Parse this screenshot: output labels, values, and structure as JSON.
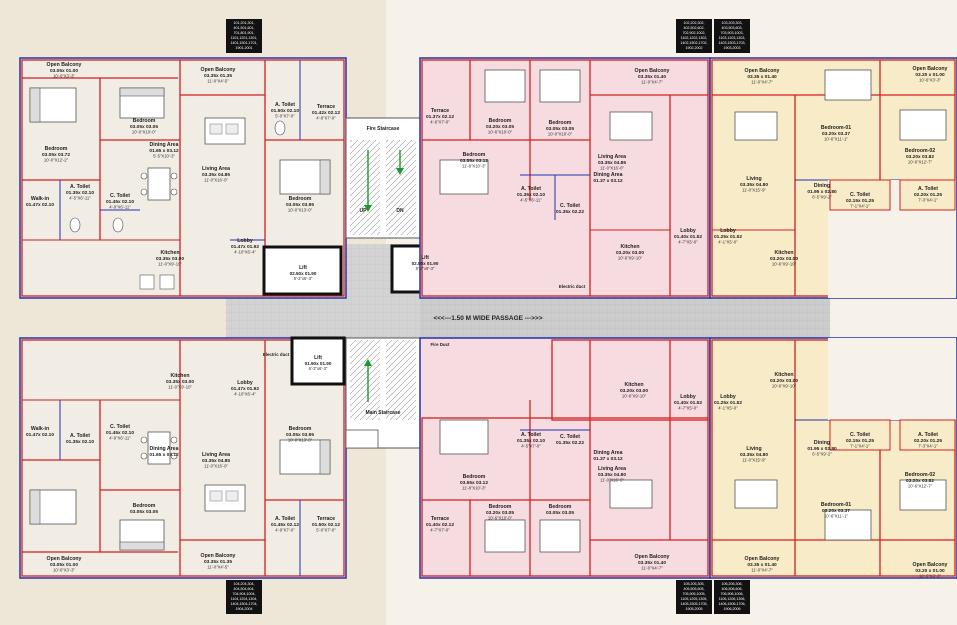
{
  "colors": {
    "background_left": "#eee6d6",
    "background_right": "#f6f2ea",
    "unit_beige": "#f1ede4",
    "unit_pink": "#f6dbe0",
    "unit_yellow": "#f8ebc8",
    "wall_red": "#d42020",
    "outline_blue": "#2233aa",
    "corridor_grey": "#cfcfcf",
    "lift_black": "#111111"
  },
  "icons": [
    "furniture-bed-icon",
    "furniture-sofa-icon",
    "dining-table-icon",
    "toilet-icon",
    "staircase-icon"
  ],
  "common": {
    "passage": "<<<---1.50 M  WIDE PASSAGE --->>>",
    "fire_staircase": "Fire Staircase",
    "main_staircase": "Main Staircase",
    "up": "UP",
    "dn": "DN",
    "lifts": [
      {
        "label": "Lift",
        "size": "02.50x 01.90",
        "imperial": "8'-2\"x6'-3\""
      },
      {
        "label": "Lift",
        "size": "02.50x 01.90",
        "imperial": "8'-2\"x6'-3\""
      },
      {
        "label": "Lift",
        "size": "01.90x 01.90",
        "imperial": "6'-3\"x6'-3\""
      }
    ],
    "electric_duct_1": "Electric duct",
    "electric_duct_2": "Electric duct",
    "fire_duct": "Fire Duct"
  },
  "rooms_top_left": {
    "balcony_left": {
      "name": "Open Balcony",
      "size": "03.05x 01.00",
      "imp": "10'-0\"X3'-3\""
    },
    "balcony_right": {
      "name": "Open Balcony",
      "size": "03.35x 01.35",
      "imp": "11'-0\"X4'-5\""
    },
    "bedroom_left": {
      "name": "Bedroom",
      "size": "03.05x 03.72",
      "imp": "10'-0\"X12'-2\""
    },
    "bedroom_mid": {
      "name": "Bedroom",
      "size": "03.05x 03.05",
      "imp": "10'-0\"X10'-0\""
    },
    "dining": {
      "name": "Dining Area",
      "size": "01.65 x 03.12",
      "imp": "5'-5\"X10'-3\""
    },
    "living": {
      "name": "Living Area",
      "size": "03.35x 04.85",
      "imp": "11'-0\"X16'-0\""
    },
    "a_toilet_left": {
      "name": "A. Toilet",
      "size": "01.35x 02.10",
      "imp": "4'-5\"X6'-11\""
    },
    "c_toilet": {
      "name": "C. Toilet",
      "size": "01.45x 02.10",
      "imp": "4'-9\"X6'-11\""
    },
    "walk_in": {
      "name": "Walk-in",
      "size": "01.47x 02.10"
    },
    "kitchen": {
      "name": "Kitchen",
      "size": "03.35x 03.00",
      "imp": "11'-0\"X9'-10\""
    },
    "lobby": {
      "name": "Lobby",
      "size": "01.47x 01.92",
      "imp": "4'-10\"X6'-4\""
    },
    "a_toilet_right": {
      "name": "A. Toilet",
      "size": "01.50x 02.10",
      "imp": "5'-0\"X7'-0\""
    },
    "terrace": {
      "name": "Terrace",
      "size": "01.42x 02.12",
      "imp": "4'-8\"X7'-0\""
    },
    "bedroom_right": {
      "name": "Bedroom",
      "size": "03.05x 03.95",
      "imp": "10'-0\"X13'-0\""
    }
  },
  "rooms_bottom_left": {
    "kitchen": {
      "name": "Kitchen",
      "size": "03.35x 03.00",
      "imp": "11'-0\"X9'-10\""
    },
    "lobby": {
      "name": "Lobby",
      "size": "01.47x 01.92",
      "imp": "4'-10\"X6'-4\""
    },
    "walk_in": {
      "name": "Walk-in",
      "size": "01.47x 02.10"
    },
    "a_toilet": {
      "name": "A. Toilet",
      "size": "01.35x 02.10"
    },
    "c_toilet": {
      "name": "C. Toilet",
      "size": "01.45x 02.10",
      "imp": "4'-9\"X6'-11\""
    },
    "dining": {
      "name": "Dining Area",
      "size": "01.65 x 03.12"
    },
    "living": {
      "name": "Living Area",
      "size": "03.35x 04.85",
      "imp": "11'-0\"X16'-0\""
    },
    "bedroom_mid": {
      "name": "Bedroom",
      "size": "03.05x 03.05"
    },
    "bedroom_right": {
      "name": "Bedroom",
      "size": "03.05x 03.95",
      "imp": "10'-0\"X13'-0\""
    },
    "a_toilet_right": {
      "name": "A. Toilet",
      "size": "01.45x 02.12",
      "imp": "4'-9\"X7'-0\""
    },
    "terrace": {
      "name": "Terrace",
      "size": "01.50x 02.12",
      "imp": "5'-0\"X7'-0\""
    },
    "balcony_left": {
      "name": "Open Balcony",
      "size": "03.05x 01.00",
      "imp": "10'-0\"X3'-3\""
    },
    "balcony_right": {
      "name": "Open Balcony",
      "size": "03.35x 01.35",
      "imp": "11'-0\"X4'-5\""
    }
  },
  "rooms_top_right": {
    "terrace": {
      "name": "Terrace",
      "size": "01.37x 02.12",
      "imp": "4'-6\"X7'-0\""
    },
    "bedroom_a": {
      "name": "Bedroom",
      "size": "03.20x 03.05",
      "imp": "10'-6\"X10'-0\""
    },
    "bedroom_b": {
      "name": "Bedroom",
      "size": "03.05x 03.05",
      "imp": "10'-0\"X10'-0\""
    },
    "bedroom_c": {
      "name": "Bedroom",
      "size": "03.55x 03.12",
      "imp": "11'-8\"X10'-3\""
    },
    "living": {
      "name": "Living Area",
      "size": "03.35x 04.85",
      "imp": "11'-0\"X16'-0\""
    },
    "dining": {
      "name": "Dining Area",
      "size": "01.37 x 03.12"
    },
    "a_toilet": {
      "name": "A. Toilet",
      "size": "01.35x 02.10",
      "imp": "4'-5\"X6'-11\""
    },
    "c_toilet": {
      "name": "C. Toilet",
      "size": "01.35x 02.22"
    },
    "kitchen": {
      "name": "Kitchen",
      "size": "03.20x 03.00",
      "imp": "10'-6\"X9'-10\""
    },
    "lobby": {
      "name": "Lobby",
      "size": "01.40x 01.52",
      "imp": "4'-7\"X5'-0\""
    },
    "balcony": {
      "name": "Open Balcony",
      "size": "03.35x 01.40",
      "imp": "11'-0\"X4'-7\""
    }
  },
  "rooms_top_far_right": {
    "balcony": {
      "name": "Open Balcony",
      "size": "03.35 x 01.40",
      "imp": "11'-0\"X4'-7\""
    },
    "balcony_far": {
      "name": "Open Balcony",
      "size": "03.20 x 01.00",
      "imp": "10'-6\"X3'-3\""
    },
    "living": {
      "name": "Living",
      "size": "03.35x 04.80",
      "imp": "11'-0\"X15'-9\""
    },
    "bedroom_01": {
      "name": "Bedroom-01",
      "size": "03.20x 03.37",
      "imp": "10'-6\"X11'-1\""
    },
    "bedroom_02": {
      "name": "Bedroom-02",
      "size": "03.20x 03.82",
      "imp": "10'-6\"X12'-7\""
    },
    "dining": {
      "name": "Dining",
      "size": "01.95 x 02.80",
      "imp": "6'-5\"X9'-2\""
    },
    "c_toilet": {
      "name": "C. Toilet",
      "size": "02.15x 01.25",
      "imp": "7'-1\"X4'-1\""
    },
    "a_toilet": {
      "name": "A. Toilet",
      "size": "02.20x 01.25",
      "imp": "7'-3\"X4'-1\""
    },
    "kitchen": {
      "name": "Kitchen",
      "size": "03.20x 03.00",
      "imp": "10'-6\"X9'-10\""
    },
    "lobby": {
      "name": "Lobby",
      "size": "01.25x 01.52",
      "imp": "4'-1\"X5'-0\""
    }
  },
  "rooms_bottom_right": {
    "kitchen": {
      "name": "Kitchen",
      "size": "03.20x 03.00",
      "imp": "10'-6\"X9'-10\""
    },
    "lobby": {
      "name": "Lobby",
      "size": "01.40x 01.52",
      "imp": "4'-7\"X5'-0\""
    },
    "a_toilet": {
      "name": "A. Toilet",
      "size": "01.35x 02.10",
      "imp": "4'-5\"X7'-0\""
    },
    "c_toilet": {
      "name": "C. Toilet",
      "size": "01.35x 02.22"
    },
    "dining": {
      "name": "Dining Area",
      "size": "01.37 x 03.12"
    },
    "living": {
      "name": "Living Area",
      "size": "03.35x 04.80",
      "imp": "11'-0\"X16'-0\""
    },
    "bedroom_c": {
      "name": "Bedroom",
      "size": "03.55x 03.12",
      "imp": "11'-8\"X10'-3\""
    },
    "bedroom_a": {
      "name": "Bedroom",
      "size": "03.20x 03.05",
      "imp": "10'-6\"X10'-0\""
    },
    "bedroom_b": {
      "name": "Bedroom",
      "size": "03.05x 03.05"
    },
    "terrace": {
      "name": "Terrace",
      "size": "01.40x 02.12",
      "imp": "4'-7\"X7'-0\""
    },
    "balcony": {
      "name": "Open Balcony",
      "size": "03.35x 01.40",
      "imp": "11'-0\"X4'-7\""
    }
  },
  "rooms_bottom_far_right": {
    "kitchen": {
      "name": "Kitchen",
      "size": "03.20x 03.00",
      "imp": "10'-6\"X9'-10\""
    },
    "lobby": {
      "name": "Lobby",
      "size": "01.25x 01.52",
      "imp": "4'-1\"X5'-0\""
    },
    "living": {
      "name": "Living",
      "size": "03.35x 04.80",
      "imp": "11'-0\"X15'-9\""
    },
    "dining": {
      "name": "Dining",
      "size": "01.95 x 02.80",
      "imp": "6'-5\"X9'-2\""
    },
    "c_toilet": {
      "name": "C. Toilet",
      "size": "02.15x 01.25",
      "imp": "7'-1\"X4'-1\""
    },
    "a_toilet": {
      "name": "A. Toilet",
      "size": "02.20x 01.25",
      "imp": "7'-3\"X4'-1\""
    },
    "bedroom_01": {
      "name": "Bedroom-01",
      "size": "03.20x 03.37",
      "imp": "10'-6\"X11'-1\""
    },
    "bedroom_02": {
      "name": "Bedroom-02",
      "size": "03.20x 03.82",
      "imp": "10'-6\"X12'-7\""
    },
    "balcony": {
      "name": "Open Balcony",
      "size": "03.35 x 01.40",
      "imp": "11'-0\"X4'-7\""
    },
    "balcony_far": {
      "name": "Open Balcony",
      "size": "03.20 x 01.00",
      "imp": "10'-6\"X3'-3\""
    }
  },
  "unit_numbers": {
    "top_left": [
      "101,201,301,",
      "401,501,601,",
      "701,801,901,",
      "1101,1201,1301,",
      "1401,1501,1701,",
      "1901,2001"
    ],
    "top_mid": [
      "102,202,302,",
      "402,502,602,",
      "702,902,1002,",
      "1102,1202,1302,",
      "1402,1502,1702,",
      "1902,2002"
    ],
    "top_right": [
      "103,203,303,",
      "403,503,603,",
      "703,903,1003,",
      "1103,1203,1303,",
      "1403,1503,1703,",
      "1903,2003"
    ],
    "bottom_left": [
      "104,204,304,",
      "404,504,604,",
      "704,904,1004,",
      "1104,1204,1304,",
      "1404,1504,1704,",
      "1904,2004"
    ],
    "bottom_mid": [
      "105,205,305,",
      "405,505,605,",
      "705,905,1005,",
      "1105,1205,1305,",
      "1405,1505,1705,",
      "1905,2005"
    ],
    "bottom_right": [
      "106,206,306,",
      "406,506,606,",
      "706,906,1006,",
      "1106,1206,1306,",
      "1406,1506,1706,",
      "1906,2006"
    ]
  }
}
